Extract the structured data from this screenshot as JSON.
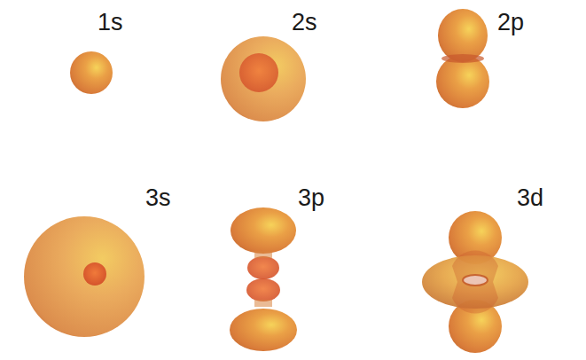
{
  "diagram": {
    "labels": [
      "1s",
      "2s",
      "2p",
      "3s",
      "3p",
      "3d"
    ]
  }
}
